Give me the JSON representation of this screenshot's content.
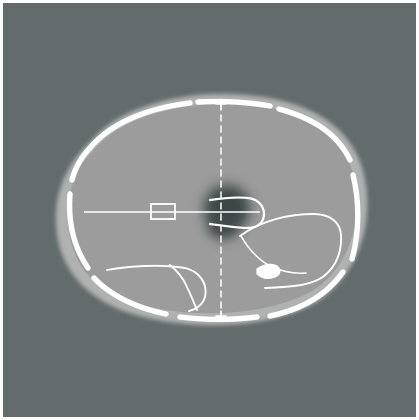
{
  "diagram": {
    "kind": "schematic-axial-brain-slice",
    "colors": {
      "frame_border": "#ffffff",
      "background": "#636b6d",
      "outer_head_halo": "#b7b7b7",
      "skull": "#ffffff",
      "brain": "#9c9c9c",
      "dark_region": "#3d4445",
      "outline": "#ffffff"
    },
    "elements": {
      "midline": "dashed-vertical-line",
      "crosshair": "plus-marks-top-and-bottom",
      "lesion": "dark-blurred-mass-with-white-outline",
      "measurement": "horizontal-line-with-small-rectangle",
      "ventricle": "small-white-oval"
    }
  }
}
